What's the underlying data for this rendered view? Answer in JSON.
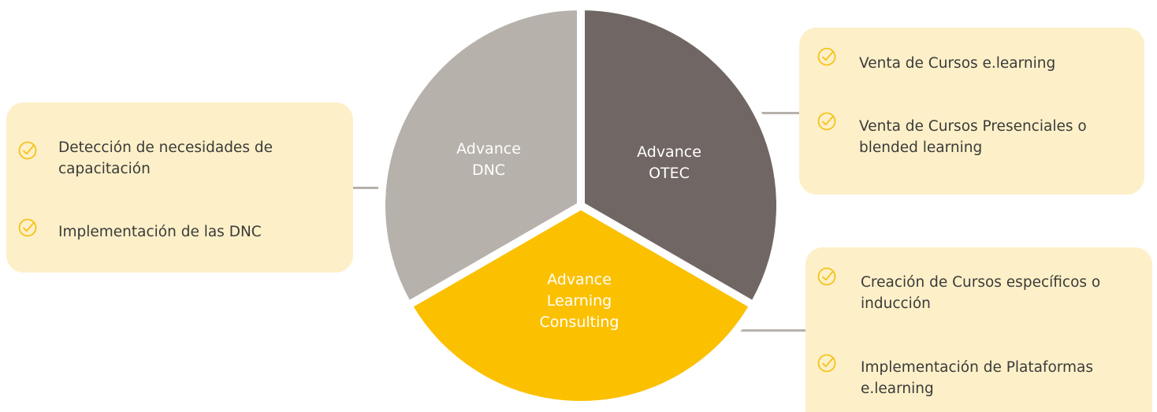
{
  "colors": {
    "box_fill": "#fdf0c8",
    "check": "#f5c21b",
    "segment_dnc": "#b7b1ab",
    "segment_otec": "#706663",
    "segment_consulting": "#fbc000",
    "label_light": "#ffffff"
  },
  "segments": {
    "dnc": {
      "line1": "Advance",
      "line2": "DNC"
    },
    "otec": {
      "line1": "Advance",
      "line2": "OTEC"
    },
    "consulting": {
      "line1": "Advance",
      "line2": "Learning",
      "line3": "Consulting"
    }
  },
  "boxes": {
    "left": {
      "items": [
        {
          "icon": "check-circle-icon",
          "line1": "Detección de necesidades de",
          "line2": "capacitación"
        },
        {
          "icon": "check-circle-icon",
          "line1": "Implementación de las DNC"
        }
      ]
    },
    "top_right": {
      "items": [
        {
          "icon": "check-circle-icon",
          "line1": "Venta de Cursos e.learning"
        },
        {
          "icon": "check-circle-icon",
          "line1": "Venta de Cursos Presenciales o",
          "line2": "blended learning"
        }
      ]
    },
    "bottom_right": {
      "items": [
        {
          "icon": "check-circle-icon",
          "line1": "Creación de Cursos específicos o",
          "line2": "inducción"
        },
        {
          "icon": "check-circle-icon",
          "line1": "Implementación de Plataformas",
          "line2": "e.learning"
        }
      ]
    }
  }
}
